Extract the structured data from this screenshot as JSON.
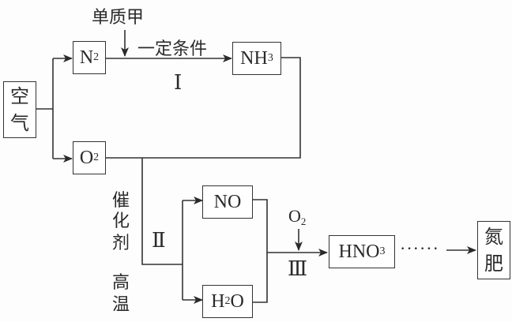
{
  "nodes": {
    "air": {
      "line1": "空",
      "line2": "气"
    },
    "n2": {
      "base": "N",
      "sub": "2"
    },
    "nh3": {
      "base": "NH",
      "sub": "3"
    },
    "o2": {
      "base": "O",
      "sub": "2"
    },
    "no": {
      "text": "NO"
    },
    "h2o": {
      "pre": "H",
      "sub": "2",
      "post": "O"
    },
    "hno3": {
      "base": "HNO",
      "sub": "3"
    },
    "fertilizer": {
      "line1": "氮",
      "line2": "肥"
    }
  },
  "labels": {
    "reagent_jia": "单质甲",
    "condition_1": "一定条件",
    "step_1": "Ⅰ",
    "step_2": "Ⅱ",
    "step_3": "Ⅲ",
    "catalyst": [
      "催",
      "化",
      "剂"
    ],
    "high_temp": [
      "高",
      "温"
    ],
    "o2_input": {
      "base": "O",
      "sub": "2"
    },
    "dots": "······"
  }
}
